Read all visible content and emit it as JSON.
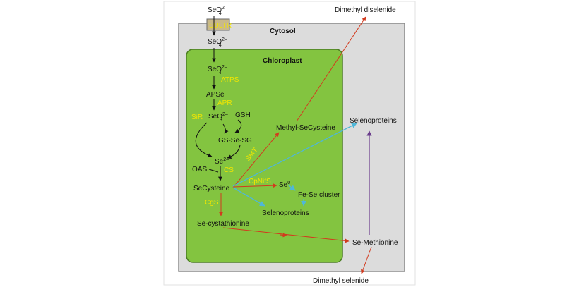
{
  "colors": {
    "cytosol_bg": "#dcdcdc",
    "cytosol_border": "#8a8a8a",
    "chloroplast_bg": "#83c440",
    "chloroplast_border": "#4b7d22",
    "enzyme_text": "#f2e600",
    "red_arrow": "#d23a1e",
    "blue_arrow": "#4fb7d8",
    "purple_arrow": "#6a3c8c",
    "black_arrow": "#111111",
    "transporter_fill": "#c9b98a"
  },
  "compartments": {
    "cytosol": "Cytosol",
    "chloroplast": "Chloroplast"
  },
  "metabolites": {
    "selenate_top": {
      "base": "SeO",
      "sub": "4",
      "sup": "2–"
    },
    "selenate_in": {
      "base": "SeO",
      "sub": "4",
      "sup": "2–"
    },
    "selenate_plastid": {
      "base": "SeO",
      "sub": "4",
      "sup": "2–"
    },
    "apse": "APSe",
    "selenite": {
      "base": "SeO",
      "sub": "3",
      "sup": "2–"
    },
    "gsh": "GSH",
    "gs_se_sg": "GS-Se-SG",
    "selenide": {
      "base": "Se",
      "sup": "2–"
    },
    "oas": "OAS",
    "secysteine": "SeCysteine",
    "methyl_secysteine": "Methyl-SeCysteine",
    "se_elemental": {
      "base": "Se",
      "sup": "0"
    },
    "fe_se_cluster": "Fe-Se cluster",
    "selenoproteins_plastid": "Selenoproteins",
    "se_cystathionine": "Se-cystathionine",
    "selenoproteins_cytosol": "Selenoproteins",
    "se_methionine": "Se-Methionine",
    "dimethyl_diselenide": "Dimethyl diselenide",
    "dimethyl_selenide": "Dimethyl selenide"
  },
  "enzymes": {
    "sultr": "SULTR",
    "atps": "ATPS",
    "apr": "APR",
    "sir": "SiR",
    "cs": "CS",
    "smt": "SMT",
    "cpnifs": "CpNifS",
    "cgs": "CgS"
  }
}
